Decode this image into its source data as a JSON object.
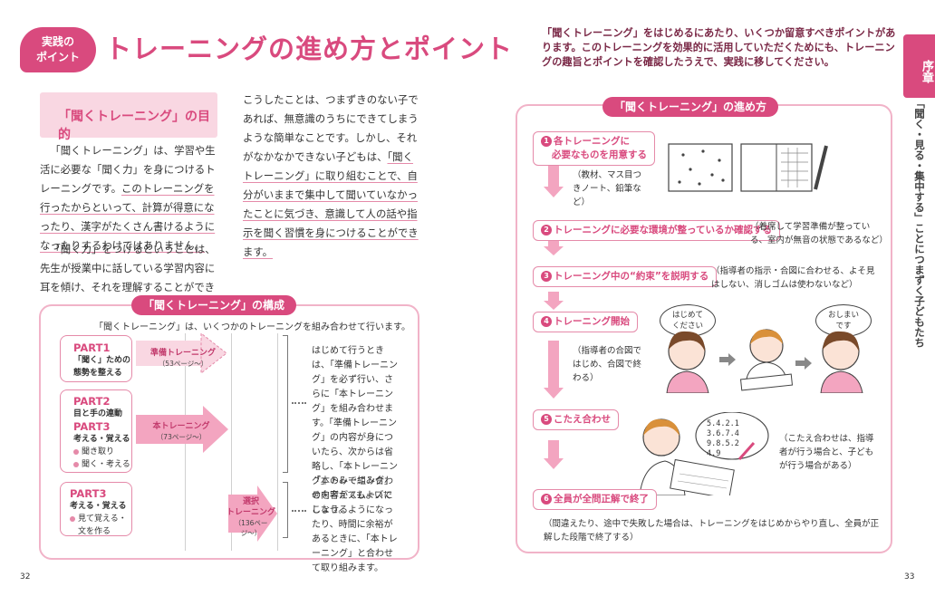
{
  "header": {
    "badge_line1": "実践の",
    "badge_line2": "ポイント",
    "title": "トレーニングの進め方とポイント",
    "intro": "「聞くトレーニング」をはじめるにあたり、いくつか留意すべきポイントがあります。このトレーニングを効果的に活用していただくためにも、トレーニングの趣旨とポイントを確認したうえで、実践に移してください。"
  },
  "side": {
    "tab": "序章",
    "text": "「聞く・見る・集中する」ことにつまずく子どもたち"
  },
  "purpose": {
    "heading": "「聞くトレーニング」の目的",
    "p1_a": "「聞くトレーニング」は、学習や生活に必要な「聞く力」を身につけるトレーニングです。",
    "p1_u": "このトレーニングを行ったからといって、計算が得意になったり、漢字がたくさん書けるようになったりするわけではありません。",
    "p2": "「聞く力」をつけるということは、先生が授業中に話している学習内容に耳を傾け、それを理解することができるようになるということです。また、自分に向けて発せられた指示を的確に受け止め、指示内容を理解して、指示通りに行動できるようになるということです。",
    "p3_a": "こうしたことは、つまずきのない子であれば、無意識のうちにできてしまうような簡単なことです。しかし、それがなかなかできない子どもは、",
    "p3_u": "「聞くトレーニング」に取り組むことで、自分がいままで集中して聞いていなかったことに気づき、意識して人の話や指示を聞く習慣を身につけることができます。"
  },
  "structure": {
    "heading": "「聞くトレーニング」の構成",
    "intro": "「聞くトレーニング」は、いくつかのトレーニングを組み合わせて行います。",
    "part1_title": "PART1",
    "part1_desc1": "「聞く」ための",
    "part1_desc2": "態勢を整える",
    "part2_title": "PART2",
    "part2_desc": "目と手の連動",
    "part3a_title": "PART3",
    "part3a_desc": "考える・覚える",
    "part3a_b1": "聞き取り",
    "part3a_b2": "聞く・考える",
    "part3b_title": "PART3",
    "part3b_desc": "考える・覚える",
    "part3b_b1": "見て覚える・",
    "part3b_b2": "文を作る",
    "arrow1_label": "準備トレーニング",
    "arrow1_page": "（53ページ〜）",
    "arrow2_label": "本トレーニング",
    "arrow2_page": "（73ページ〜）",
    "arrow3_label1": "選択",
    "arrow3_label2": "トレーニング",
    "arrow3_page": "（136ページ〜）",
    "note1": "はじめて行うときは、「準備トレーニング」を必ず行い、さらに「本トレーニング」を組み合わせます。「準備トレーニング」の内容が身についたら、次からは省略し、「本トレーニング」のみで組み合わせを考えてもよいでしょう。",
    "note2": "「本トレーニング」の内容がスムーズにこなせるようになったり、時間に余裕があるときに、「本トレーニング」と合わせて取り組みます。"
  },
  "flow": {
    "heading": "「聞くトレーニング」の進め方",
    "step1_num": "1",
    "step1_line1": "各トレーニングに",
    "step1_line2": "必要なものを用意する",
    "step1_note": "（教材、マス目つきノート、鉛筆など）",
    "step2_num": "2",
    "step2": "トレーニングに必要な環境が整っているか確認する",
    "step2_note": "（着席して学習準備が整っている、室内が無音の状態であるなど）",
    "step3_num": "3",
    "step3": "トレーニング中の“約束”を説明する",
    "step3_note": "（指導者の指示・合図に合わせる、よそ見はしない、消しゴムは使わないなど）",
    "step4_num": "4",
    "step4": "トレーニング開始",
    "step4_note": "（指導者の合図ではじめ、合図で終わる）",
    "bubble1_l1": "はじめて",
    "bubble1_l2": "ください",
    "bubble2_l1": "おしまい",
    "bubble2_l2": "です",
    "step5_num": "5",
    "step5": "こたえ合わせ",
    "step5_note": "（こたえ合わせは、指導者が行う場合と、子どもが行う場合がある）",
    "math_l1": "5.4.2.1",
    "math_l2": "3.6.7.4",
    "math_l3": "9.8.5.2",
    "math_l4": "4.9",
    "step6_num": "6",
    "step6": "全員が全問正解で終了",
    "step6_note": "（間違えたり、途中で失敗した場合は、トレーニングをはじめからやり直し、全員が正解した段階で終了する）"
  },
  "page_left": "32",
  "page_right": "33",
  "colors": {
    "accent": "#d94a7e",
    "light": "#f9d7e2",
    "border": "#f1b3c8"
  }
}
